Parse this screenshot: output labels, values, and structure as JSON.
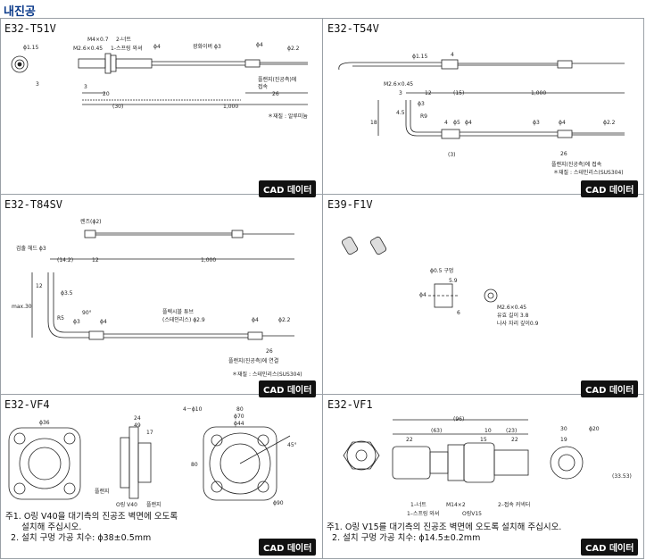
{
  "header": {
    "title": "내진공"
  },
  "cad_label": "CAD 데이터",
  "panels": {
    "t51v": {
      "title": "E32-T51V",
      "labels": {
        "phi115": "ϕ1.15",
        "m4": "M4×0.7",
        "nut": "2-너트",
        "m26": "M2.6×0.45",
        "washer": "1-스프링 와셔",
        "phi4": "ϕ4",
        "fiber": "광화이버 ϕ3",
        "phi4b": "ϕ4",
        "phi22": "ϕ2.2",
        "flange": "플랜지(진공측)에",
        "contact": "접속",
        "d3": "3",
        "d20": "20",
        "d30": "(30)",
        "d1000": "1,000",
        "d26": "26",
        "d3b": "3",
        "material": "＊재질 : 알루미늄"
      }
    },
    "t54v": {
      "title": "E32-T54V",
      "labels": {
        "phi115": "ϕ1.15",
        "d4": "4",
        "m26": "M2.6×0.45",
        "d3": "3",
        "d12": "12",
        "d15": "(15)",
        "d1000": "1,000",
        "d18": "18",
        "d45": "4.5",
        "phi3a": "ϕ3",
        "r9": "R9",
        "d4b": "4",
        "phi5": "ϕ5",
        "phi4": "ϕ4",
        "phi3b": "ϕ3",
        "phi4b": "ϕ4",
        "phi22": "ϕ2.2",
        "d3p": "(3)",
        "d26": "26",
        "flange": "플랜지(진공측)에 접속",
        "material": "＊재질 : 스테인리스(SUS304)"
      }
    },
    "t84sv": {
      "title": "E32-T84SV",
      "labels": {
        "lens": "렌즈(ϕ2)",
        "head": "검출 헤드 ϕ3",
        "d142": "(14.2)",
        "d12": "12",
        "d1000": "1,000",
        "d12b": "12",
        "max30": "max.30",
        "phi35": "ϕ3.5",
        "r5": "R5",
        "phi3": "ϕ3",
        "a90": "90°",
        "phi4": "ϕ4",
        "tube": "플렉시블 튜브",
        "tube2": "(스테인리스) ϕ2.9",
        "phi4b": "ϕ4",
        "phi22": "ϕ2.2",
        "d26": "26",
        "flange": "플랜지(진공측)에 연결",
        "material": "＊재질 : 스테인리스(SUS304)"
      }
    },
    "f1v": {
      "title": "E39-F1V",
      "labels": {
        "hole": "ϕ0.5 구멍",
        "d59": "5.9",
        "phi4": "ϕ4",
        "d6": "6",
        "m26": "M2.6×0.45",
        "eff": "유효 길이 3.8",
        "screw": "나사 자리 깊이0.9"
      }
    },
    "vf4": {
      "title": "E32-VF4",
      "labels": {
        "phi36": "ϕ36",
        "d24": "24",
        "d49": "49",
        "d17": "17",
        "flange": "플랜지",
        "oring": "O링 V40",
        "flange2": "플랜지",
        "h4": "4－ϕ10",
        "d80": "80",
        "phi70": "ϕ70",
        "phi44": "ϕ44",
        "d80b": "80",
        "a45": "45°",
        "phi90": "ϕ90"
      },
      "notes": [
        "주1. O링 V40을 대기측의 진공조 벽면에 오도록",
        "      설치해 주십시오.",
        "  2. 설치 구멍 가공 치수: ϕ38±0.5mm"
      ]
    },
    "vf1": {
      "title": "E32-VF1",
      "labels": {
        "d96": "(96)",
        "d63": "(63)",
        "d10": "10",
        "d23": "(23)",
        "d22": "22",
        "d15": "15",
        "d22b": "22",
        "d30": "30",
        "d19": "19",
        "phi20": "ϕ20",
        "d3353": "(33.53)",
        "nut": "1–너트",
        "washer": "1–스프링 와셔",
        "m14": "M14×2",
        "oring": "O링V15",
        "connector": "2–접속 커넥터"
      },
      "notes": [
        "주1. O링 V15를 대기측의 진공조 벽면에 오도록 설치해 주십시오.",
        "  2. 설치 구멍 가공 치수: ϕ14.5±0.2mm"
      ]
    }
  }
}
